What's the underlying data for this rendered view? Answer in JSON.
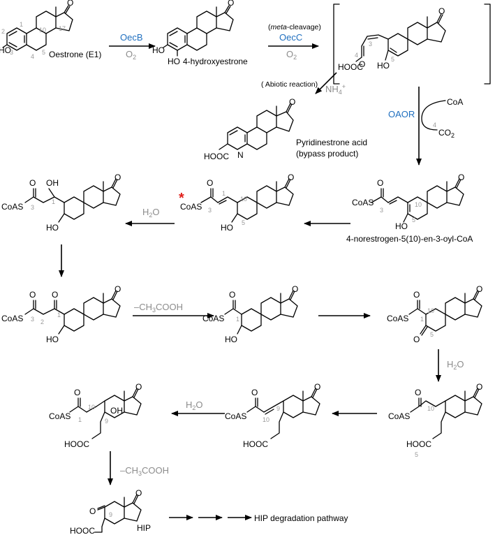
{
  "colors": {
    "enzyme": "#1f6fbf",
    "cofactor": "#8c8c8c",
    "bond": "#000000",
    "atom_number": "#9a9a9a",
    "highlight": "#e0201b"
  },
  "enzymes": {
    "oecb": "OecB",
    "oecc": "OecC",
    "oaor": "OAOR"
  },
  "cofactors": {
    "o2": "O2",
    "o2_b": "O2",
    "h2o_a": "H2O",
    "h2o_b": "H2O",
    "h2o_c": "H2O",
    "nh4": "NH4+",
    "acetate_a": "–CH3COOH",
    "acetate_b": "–CH3COOH",
    "coa": "CoA",
    "co2": "CO2",
    "co2_num": "4"
  },
  "notes": {
    "meta_pre": "(",
    "meta_italic": "meta",
    "meta_post": "-cleavage)",
    "abiotic": "( Abiotic reaction)"
  },
  "compounds": {
    "oestrone": "Oestrone (E1)",
    "hydroxyestrone": "4-hydroxyestrone",
    "pyridinestrone": "Pyridinestrone acid",
    "bypass": "(bypass product)",
    "norestrogen": "4-norestrogen-5(10)-en-3-oyl-CoA",
    "hip": "HIP",
    "degradation": "HIP degradation pathway"
  },
  "star": "*",
  "atoms": {
    "ho": "HO",
    "oh": "OH",
    "o": "O",
    "n": "N",
    "hooc": "HOOC",
    "coas": "CoAS"
  },
  "numbers": [
    "1",
    "2",
    "3",
    "4",
    "5",
    "9",
    "10",
    "17"
  ]
}
